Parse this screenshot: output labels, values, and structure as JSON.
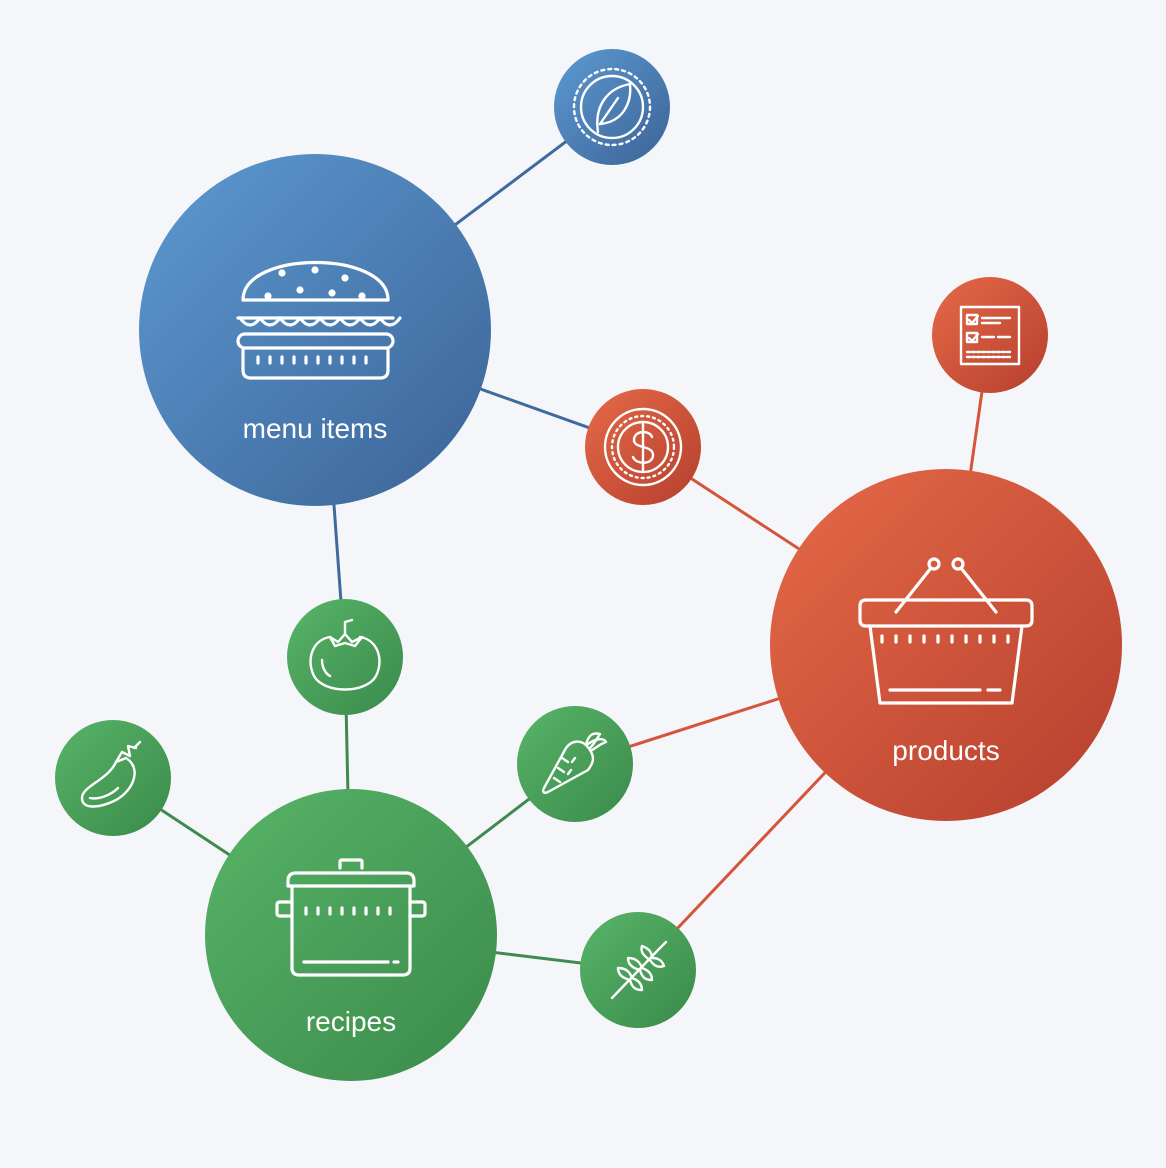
{
  "diagram": {
    "nodes": {
      "menu_items": {
        "label": "menu items",
        "icon": "hamburger-icon",
        "color": "#4a7fba"
      },
      "products": {
        "label": "products",
        "icon": "basket-icon",
        "color": "#d45a3e"
      },
      "recipes": {
        "label": "recipes",
        "icon": "cooking-pot-icon",
        "color": "#46a05a"
      },
      "leaf_badge": {
        "icon": "leaf-icon",
        "color": "#4a7fba"
      },
      "checklist": {
        "icon": "checklist-icon",
        "color": "#d45a3e"
      },
      "dollar": {
        "icon": "dollar-coin-icon",
        "color": "#d45a3e"
      },
      "tomato": {
        "icon": "tomato-icon",
        "color": "#46a05a"
      },
      "eggplant": {
        "icon": "eggplant-icon",
        "color": "#46a05a"
      },
      "carrot": {
        "icon": "carrot-icon",
        "color": "#46a05a"
      },
      "wheat": {
        "icon": "wheat-icon",
        "color": "#46a05a"
      }
    },
    "edge_colors": {
      "blue": "#3e6a9e",
      "red": "#d4553a",
      "green": "#3f8a4f"
    }
  }
}
